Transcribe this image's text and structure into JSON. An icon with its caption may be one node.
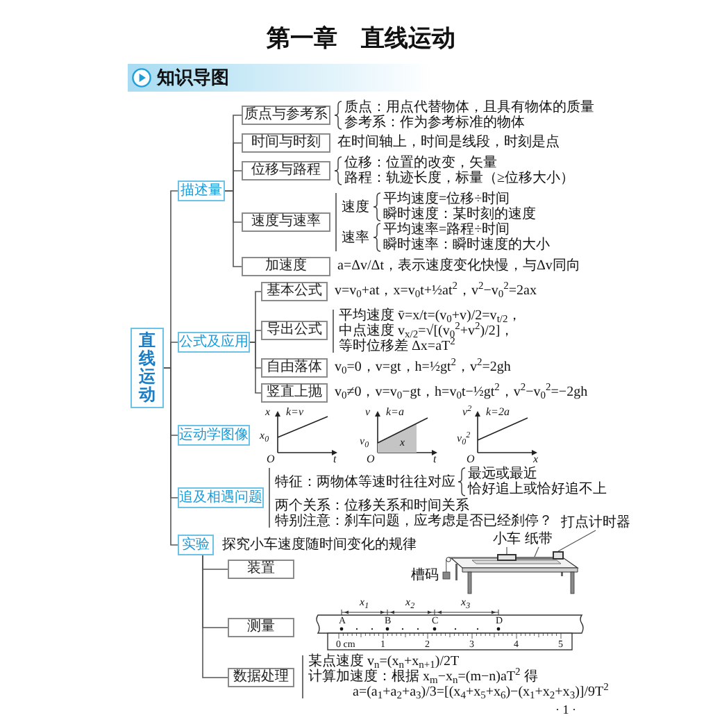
{
  "diagram": {
    "title": "第一章　直线运动",
    "nodes": [
      {
        "text": [
          "直线运动"
        ]
      },
      {
        "text": [
          "描述量"
        ]
      },
      {
        "text": [
          "质点与参考系"
        ],
        "beside": [
          "质点：用点代替物体，且具有物体的质量",
          "参考系：作为参考标准的物体"
        ]
      },
      {
        "text": [
          "时间与时刻"
        ],
        "beside": [
          "在时间轴上，时间是线段，时刻是点"
        ]
      },
      {
        "text": [
          "位移与路程"
        ],
        "beside": [
          "位移：位置的改变，矢量",
          "路程：轨迹长度，标量（≥位移大小）"
        ]
      },
      {
        "text": [
          "速度与速率"
        ],
        "beside": [
          "速度",
          "平均速度=位移÷时间",
          "瞬时速度：某时刻的速度",
          "速率",
          "平均速率=路程÷时间",
          "瞬时速率：瞬时速度的大小"
        ]
      },
      {
        "text": [
          "加速度"
        ],
        "beside": [
          "a=Δv/Δt，表示速度变化快慢，与Δv同向"
        ]
      },
      {
        "text": [
          "公式及应用"
        ]
      },
      {
        "text": [
          "基本公式"
        ],
        "beside": [
          "v=v$_{0}$+at，x=v$_{0}$t+½at$^{2}$，v$^{2}$−v$_{0}$$^{2}$=2ax"
        ]
      },
      {
        "text": [
          "导出公式"
        ],
        "beside": [
          "平均速度 v̄=x/t=(v$_{0}$+v)/2=v$_{t/2}$，中点速度 v$_{x/2}$=√[(v$_{0}$$^{2}$+v$^{2}$)/2]，",
          "等时位移差 Δx=aT$^{2}$"
        ]
      },
      {
        "text": [
          "自由落体"
        ],
        "beside": [
          "v$_{0}$=0，v=gt，h=½gt$^{2}$，v$^{2}$=2gh"
        ]
      },
      {
        "text": [
          "竖直上抛"
        ],
        "beside": [
          "v$_{0}$≠0，v=v$_{0}$−gt，h=v$_{0}$t−½gt$^{2}$，v$^{2}$−v$_{0}$$^{2}$=−2gh"
        ]
      },
      {
        "text": [
          "运动学图像"
        ]
      },
      {
        "text": [
          "追及相遇问题"
        ],
        "beside": [
          "特征：两物体等速时往往对应",
          "最远或最近",
          "恰好追上或恰好追不上",
          "两个关系：位移关系和时间关系",
          "特别注意：刹车问题，应考虑是否已经刹停？"
        ]
      },
      {
        "text": [
          "实验"
        ],
        "beside": [
          "探究小车速度随时间变化的规律"
        ]
      },
      {
        "text": [
          "装置"
        ]
      },
      {
        "text": [
          "测量"
        ]
      },
      {
        "text": [
          "数据处理"
        ],
        "beside": [
          "某点速度 v$_{n}$=(x$_{n}$+x$_{n+1}$)/2T",
          "计算加速度：根据 x$_{m}$−x$_{n}$=(m−n)aT$^{2}$ 得",
          "a=(a$_{1}$+a$_{2}$+a$_{3}$)/3=[(x$_{4}$+x$_{5}$+x$_{6}$)−(x$_{1}$+x$_{2}$+x$_{3}$)]/9T$^{2}$"
        ]
      },
      {
        "text": [
          "小车"
        ]
      },
      {
        "text": [
          "纸带"
        ]
      },
      {
        "text": [
          "打点计时器"
        ]
      },
      {
        "text": [],
        "shape": "box"
      },
      {
        "text": [],
        "shape": "bar"
      },
      {
        "text": [],
        "shape": "box"
      }
    ],
    "edges": [
      {
        "from": 0,
        "to": 1,
        "arrow": "none"
      },
      {
        "from": 0,
        "to": 7,
        "arrow": "none"
      },
      {
        "from": 0,
        "to": 12,
        "arrow": "none"
      },
      {
        "from": 0,
        "to": 13,
        "arrow": "none"
      },
      {
        "from": 0,
        "to": 14,
        "arrow": "none"
      },
      {
        "from": 1,
        "to": 2,
        "arrow": "none"
      },
      {
        "from": 1,
        "to": 3,
        "arrow": "none"
      },
      {
        "from": 1,
        "to": 4,
        "arrow": "none"
      },
      {
        "from": 1,
        "to": 5,
        "arrow": "none"
      },
      {
        "from": 1,
        "to": 6,
        "arrow": "none"
      },
      {
        "from": 7,
        "to": 8,
        "arrow": "none"
      },
      {
        "from": 7,
        "to": 9,
        "arrow": "none"
      },
      {
        "from": 7,
        "to": 10,
        "arrow": "none"
      },
      {
        "from": 7,
        "to": 11,
        "arrow": "none"
      },
      {
        "from": 14,
        "to": 15,
        "arrow": "none"
      },
      {
        "from": 14,
        "to": 16,
        "arrow": "none"
      },
      {
        "from": 14,
        "to": 17,
        "arrow": "none"
      },
      {
        "from": 18,
        "to": 21,
        "arrow": "none"
      },
      {
        "from": 19,
        "to": 22,
        "arrow": "none"
      },
      {
        "from": 20,
        "to": 23,
        "arrow": "none"
      }
    ],
    "labels": [
      "知识导图",
      "x",
      "k=v",
      "x$_{0}$",
      "O",
      "t",
      "v",
      "k=a",
      "v$_{0}$",
      "x",
      "O",
      "t",
      "v$^{2}$",
      "k=2a",
      "v$_{0}$$^{2}$",
      "O",
      "x",
      "槽码",
      "x$_{1}$",
      "x$_{2}$",
      "x$_{3}$",
      "A",
      "B",
      "C",
      "D",
      "0 cm",
      "1",
      "2",
      "3",
      "4",
      "5",
      "· 1 ·"
    ]
  }
}
